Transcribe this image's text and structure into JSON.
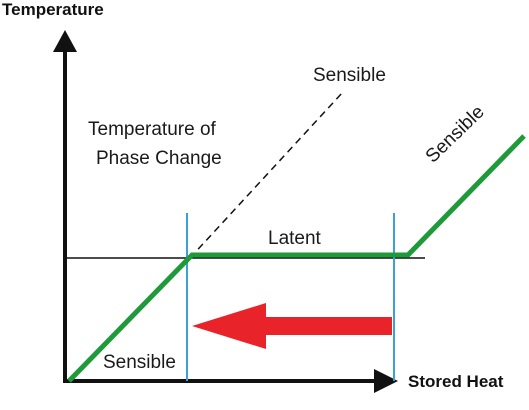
{
  "axes": {
    "y_label": "Temperature",
    "x_label": "Stored Heat"
  },
  "labels": {
    "phase_change_line1": "Temperature of",
    "phase_change_line2": "Phase Change",
    "sensible_dashed": "Sensible",
    "latent": "Latent",
    "sensible_right": "Sensible",
    "sensible_bottom": "Sensible"
  },
  "colors": {
    "green": "#1f9a3a",
    "blue": "#3aa0d8",
    "red": "#e8232a",
    "black": "#111111"
  }
}
